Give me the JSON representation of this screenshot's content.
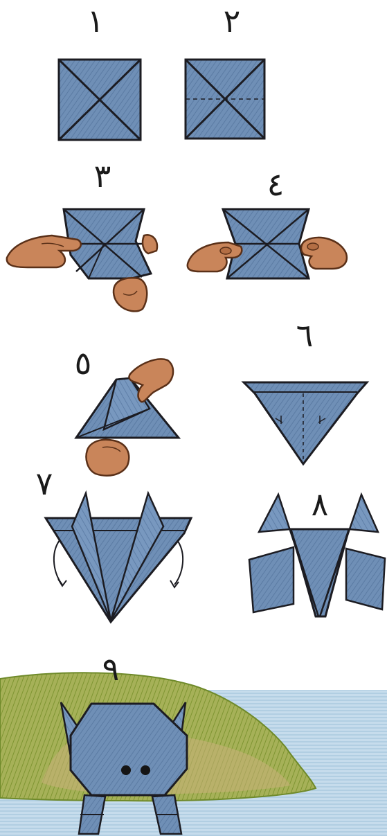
{
  "steps": [
    {
      "number": "١"
    },
    {
      "number": "٢"
    },
    {
      "number": "٣"
    },
    {
      "number": "٤"
    },
    {
      "number": "٥"
    },
    {
      "number": "٦"
    },
    {
      "number": "٧"
    },
    {
      "number": "٨"
    },
    {
      "number": "٩"
    }
  ],
  "colors": {
    "paper_blue": "#6f8fb6",
    "paper_blue_dark": "#52709a",
    "line": "#1c1c22",
    "hand": "#c9855a",
    "hand_shadow": "#9a5a34",
    "grass": "#9aa94c",
    "grass_dark": "#6f8a2a",
    "sand": "#c9b07a",
    "water": "#bcd6e8",
    "water_dark": "#a4c6de"
  }
}
